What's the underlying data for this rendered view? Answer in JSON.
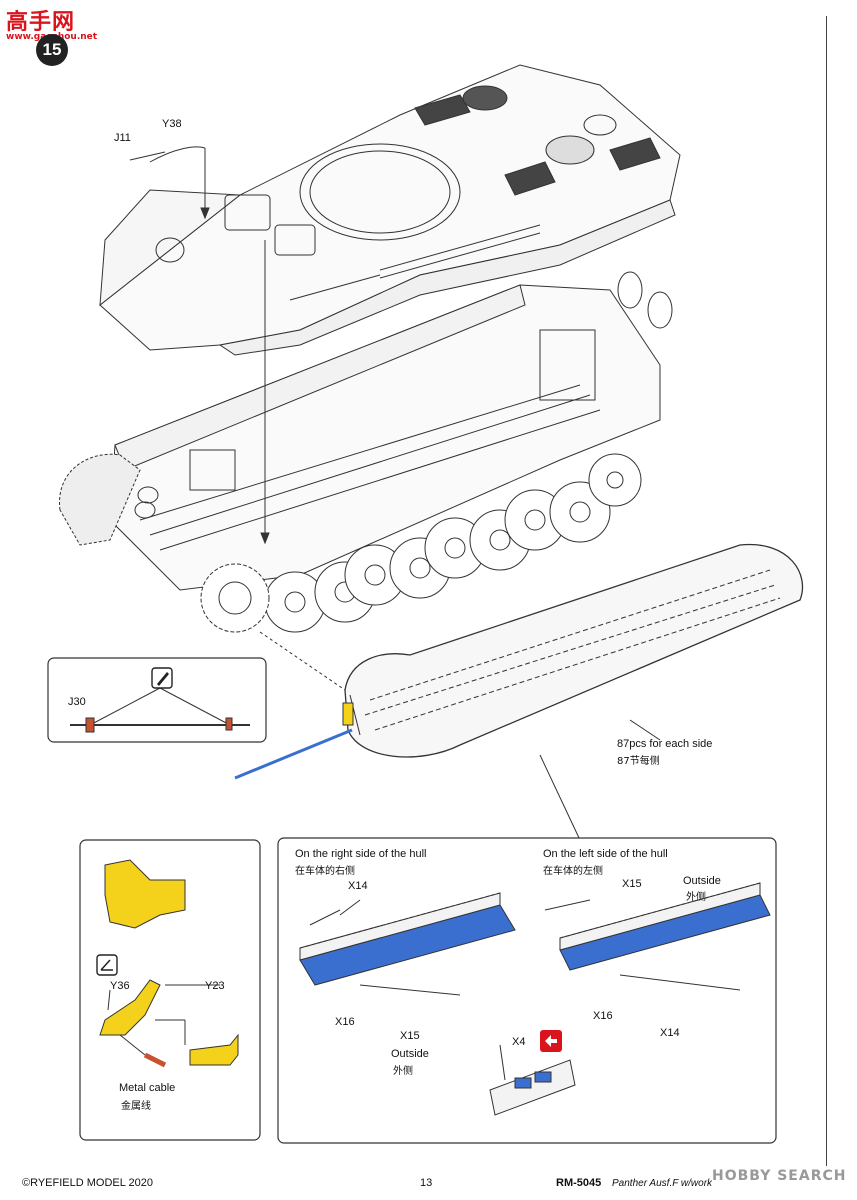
{
  "watermark": {
    "top_text": "高手网",
    "top_url": "www.gaoshou.net",
    "bottom_text": "HOBBY SEARCH"
  },
  "step": {
    "number": "15"
  },
  "parts": {
    "j11": "J11",
    "y38": "Y38",
    "j30": "J30",
    "y36": "Y36",
    "y23": "Y23",
    "x14_a": "X14",
    "x16_a": "X16",
    "x15_a": "X15",
    "x15_b": "X15",
    "x16_b": "X16",
    "x14_b": "X14",
    "x4": "X4"
  },
  "notes": {
    "track_count_en": "87pcs for each side",
    "track_count_cn": "87节每侧",
    "right_side_en": "On the right side of the hull",
    "right_side_cn": "在车体的右侧",
    "left_side_en": "On the left side of the hull",
    "left_side_cn": "在车体的左侧",
    "outside_en_a": "Outside",
    "outside_cn_a": "外侧",
    "outside_en_b": "Outside",
    "outside_cn_b": "外侧",
    "metal_cable_en": "Metal cable",
    "metal_cable_cn": "金属线"
  },
  "footer": {
    "copyright": "©RYEFIELD MODEL 2020",
    "page": "13",
    "product_code": "RM-5045",
    "product_name": "Panther Ausf.F w/workable track links"
  },
  "colors": {
    "part_yellow": "#f4d21c",
    "track_blue": "#3a6fd0",
    "cable_red": "#c9522e",
    "accent_red": "#d9141c"
  },
  "icons": [
    "cement-icon",
    "bend-icon",
    "flip-arrow-icon"
  ]
}
